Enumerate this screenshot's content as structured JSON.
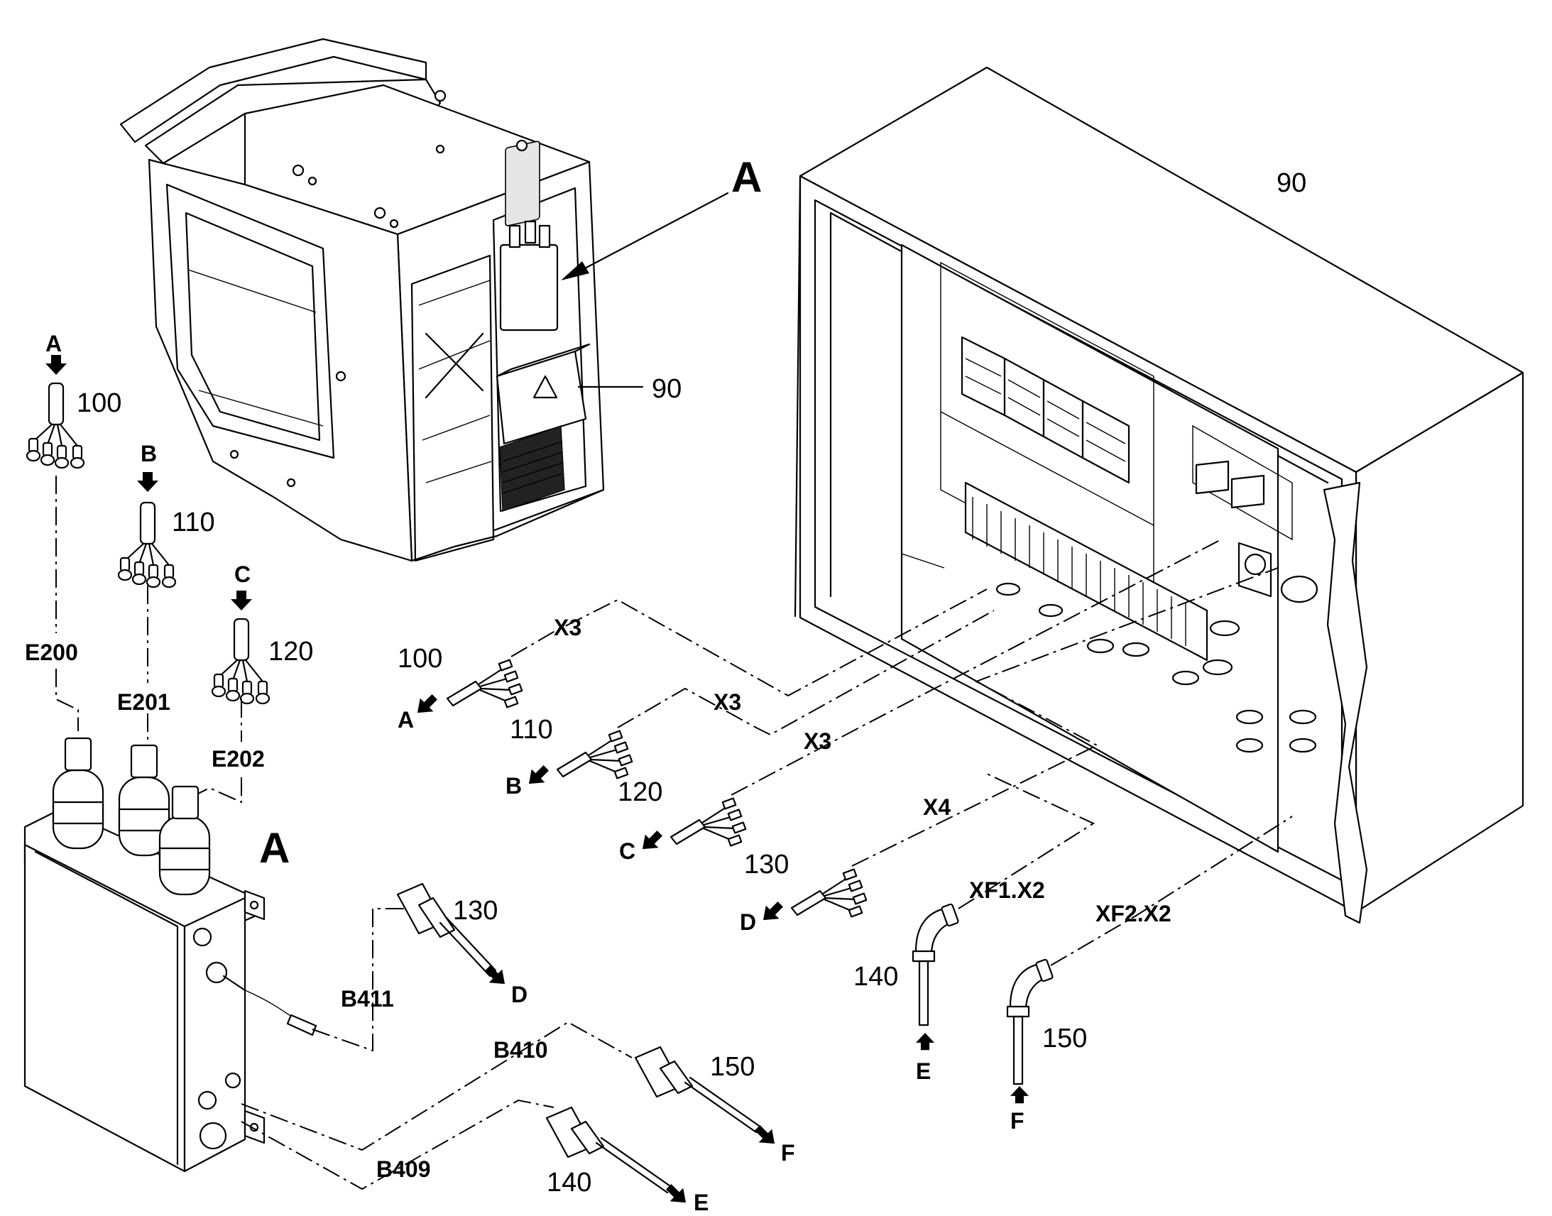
{
  "labels": {
    "callout_a_top": "A",
    "part_90_box": "90",
    "part_90_main": "90",
    "view_a_mid": "A",
    "cable_e200": "E200",
    "cable_e201": "E201",
    "cable_e202": "E202",
    "cable_a_letter": "A",
    "cable_b_letter": "B",
    "cable_c_letter": "C",
    "cable_a_part": "100",
    "cable_b_part": "110",
    "cable_c_part": "120",
    "sensor_b411": "B411",
    "sensor_b410": "B410",
    "sensor_b409": "B409",
    "plug_130": "130",
    "plug_150": "150",
    "plug_140": "140",
    "plug_130_dest": "D",
    "plug_150_dest": "F",
    "plug_140_dest": "E",
    "conn_x3_a": "X3",
    "conn_x3_b": "X3",
    "conn_x3_c": "X3",
    "conn_x4": "X4",
    "conn_xf1": "XF1.X2",
    "conn_xf2": "XF2.X2",
    "lead_100": "100",
    "lead_110": "110",
    "lead_120": "120",
    "lead_130": "130",
    "lead_100_dest": "A",
    "lead_110_dest": "B",
    "lead_120_dest": "C",
    "lead_130_dest": "D",
    "elbow_140": "140",
    "elbow_150": "150",
    "elbow_140_src": "E",
    "elbow_150_src": "F"
  }
}
